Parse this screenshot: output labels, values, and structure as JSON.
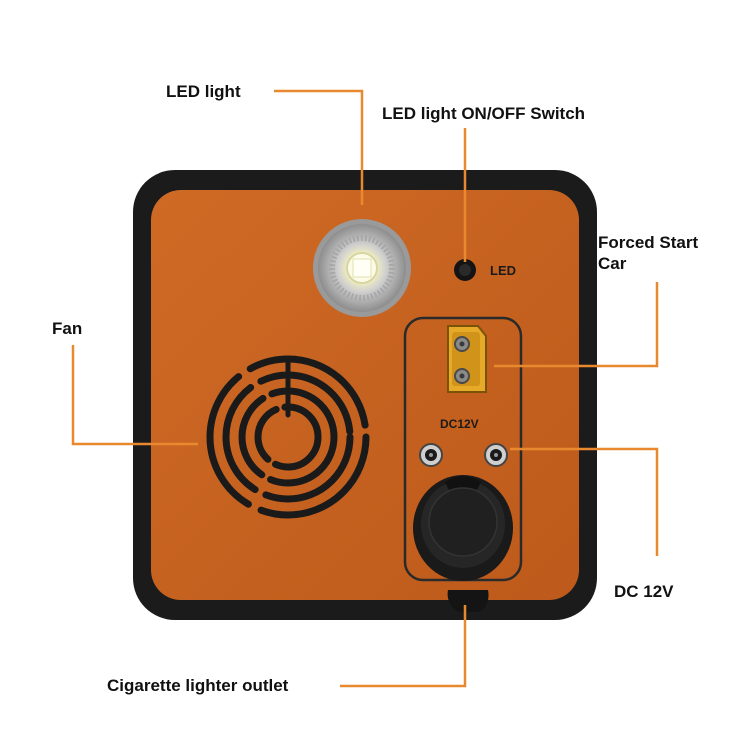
{
  "labels": {
    "led_light": "LED light",
    "led_switch": "LED light ON/OFF Switch",
    "forced_start_line1": "Forced Start",
    "forced_start_line2": "Car",
    "fan": "Fan",
    "dc_12v": "DC 12V",
    "cigarette_outlet": "Cigarette lighter outlet"
  },
  "device_text": {
    "led_tag": "LED",
    "dc_tag": "DC12V"
  },
  "colors": {
    "body_orange": "#c8621f",
    "frame_black": "#1b1b1b",
    "leader_orange": "#e9892f",
    "text": "#111111"
  }
}
